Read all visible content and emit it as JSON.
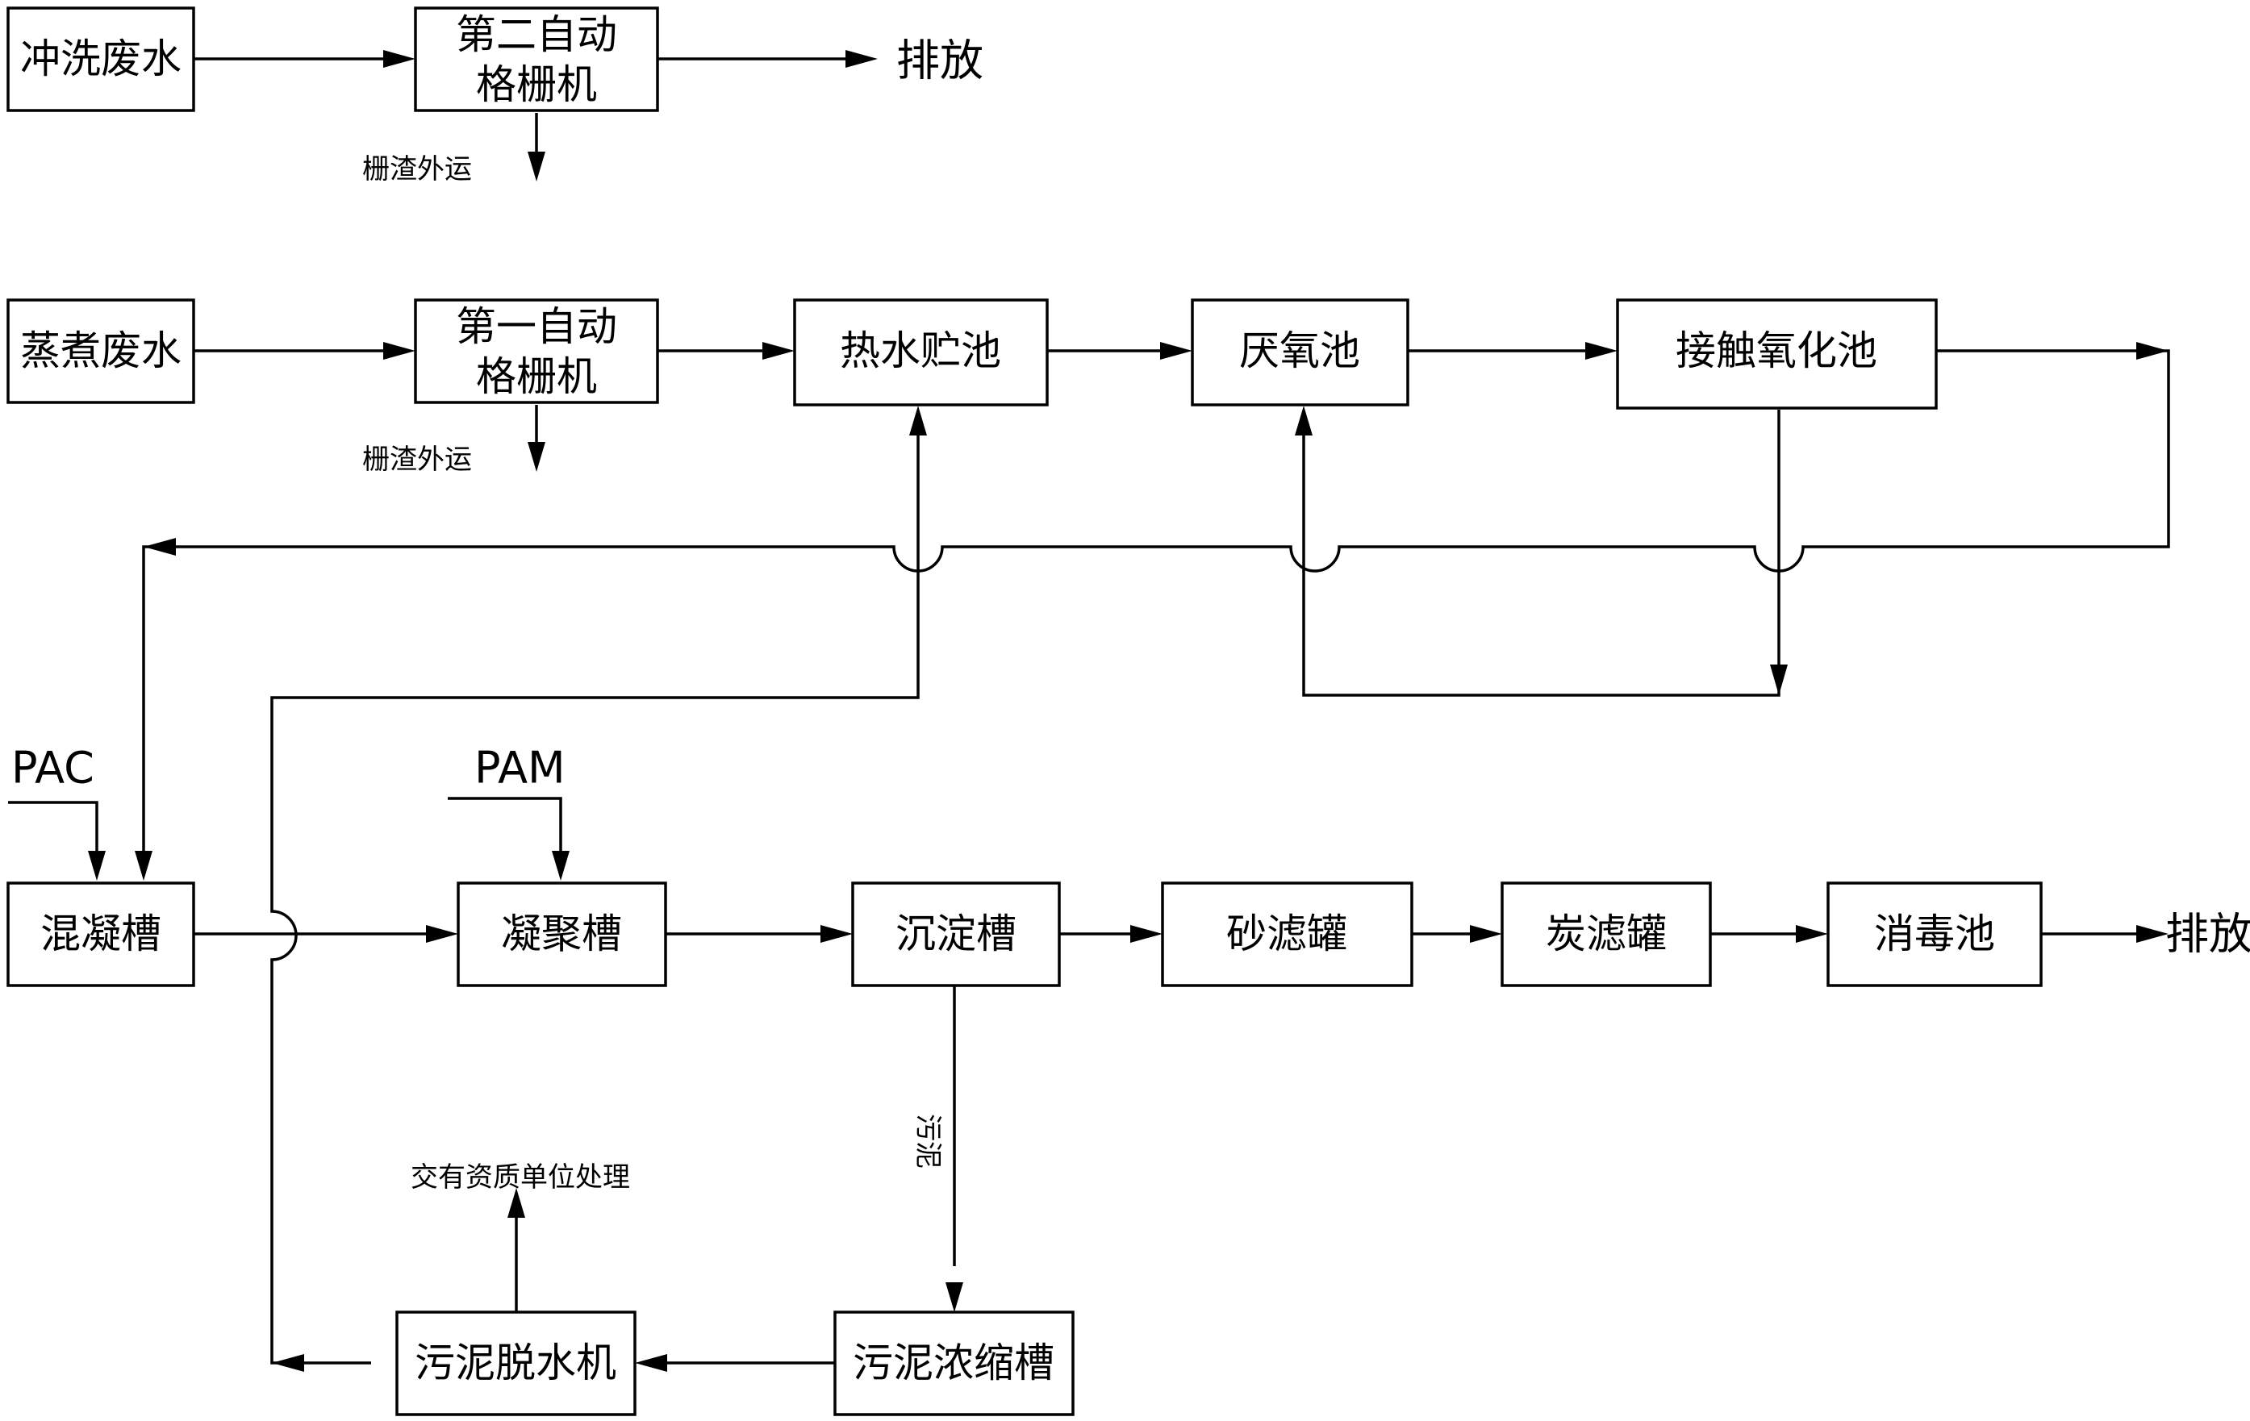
{
  "nodes": {
    "flush_wastewater": "冲洗废水",
    "second_screen": [
      "第二自动",
      "格栅机"
    ],
    "discharge_top": "排放",
    "screenings_out_1": "栅渣外运",
    "steaming_wastewater": "蒸煮废水",
    "first_screen": [
      "第一自动",
      "格栅机"
    ],
    "screenings_out_2": "栅渣外运",
    "hot_water_tank": "热水贮池",
    "anaerobic_tank": "厌氧池",
    "contact_oxidation_tank": "接触氧化池",
    "pac": "PAC",
    "pam": "PAM",
    "coagulation_tank": "混凝槽",
    "flocculation_tank": "凝聚槽",
    "sedimentation_tank": "沉淀槽",
    "sand_filter": "砂滤罐",
    "carbon_filter": "炭滤罐",
    "disinfection_tank": "消毒池",
    "discharge_bottom": "排放",
    "sludge_label": "污泥",
    "sludge_thickener": "污泥浓缩槽",
    "sludge_dewatering": "污泥脱水机",
    "qualified_disposal": "交有资质单位处理"
  }
}
